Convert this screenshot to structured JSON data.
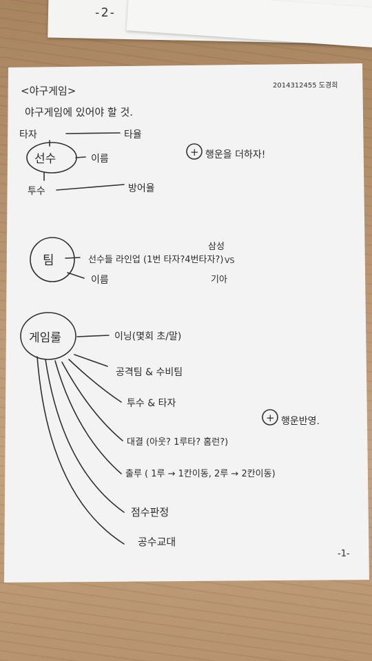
{
  "previous_page": {
    "number": "-2-"
  },
  "note": {
    "title": "<야구게임>",
    "author": "2014312455 도경희",
    "subtitle": "야구게임에 있어야 할 것.",
    "sections": {
      "player": {
        "center": "선수",
        "branches": [
          {
            "label": "타자",
            "target": "타율"
          },
          {
            "label": "이름"
          },
          {
            "label": "투수",
            "target": "방어율"
          }
        ]
      },
      "bonus_1": {
        "symbol": "+",
        "text": "행운을 더하자!"
      },
      "team": {
        "center": "팀",
        "branches": [
          {
            "label": "선수들 라인업 (1번 타자?4번타자?)"
          },
          {
            "label": "이름"
          }
        ],
        "matchup": {
          "top": "삼성",
          "vs": "VS",
          "bottom": "기아"
        }
      },
      "game_rules": {
        "center": "게임룰",
        "branches": [
          {
            "label": "이닝(몇회 초/말)"
          },
          {
            "label": "공격팀 & 수비팀"
          },
          {
            "label": "투수 & 타자"
          },
          {
            "label": "대결 (아웃? 1루타? 홈런?)"
          },
          {
            "label": "출루 ( 1루 → 1칸이동, 2루 → 2칸이동)"
          },
          {
            "label": "점수판정"
          },
          {
            "label": "공수교대"
          }
        ]
      },
      "bonus_2": {
        "symbol": "+",
        "text": "행운반영."
      }
    },
    "page_number": "-1-"
  }
}
